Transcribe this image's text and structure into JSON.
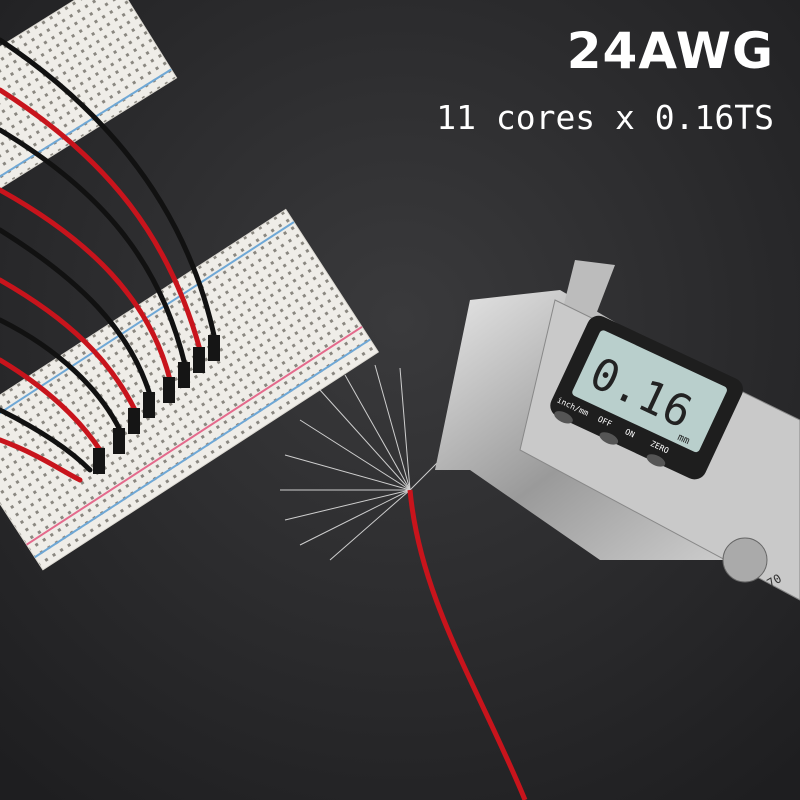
{
  "product": {
    "title": "24AWG",
    "subtitle": "11 cores x 0.16TS"
  },
  "caliper": {
    "reading": "0.16",
    "unit": "mm",
    "button_labels": [
      "inch/mm",
      "OFF",
      "ON",
      "ZERO"
    ],
    "scale_label": "70"
  },
  "colors": {
    "background": "#2b2b2d",
    "wire_red": "#c8141c",
    "wire_black": "#111111",
    "breadboard": "#f1efea",
    "lcd": "#b9cfcc"
  }
}
